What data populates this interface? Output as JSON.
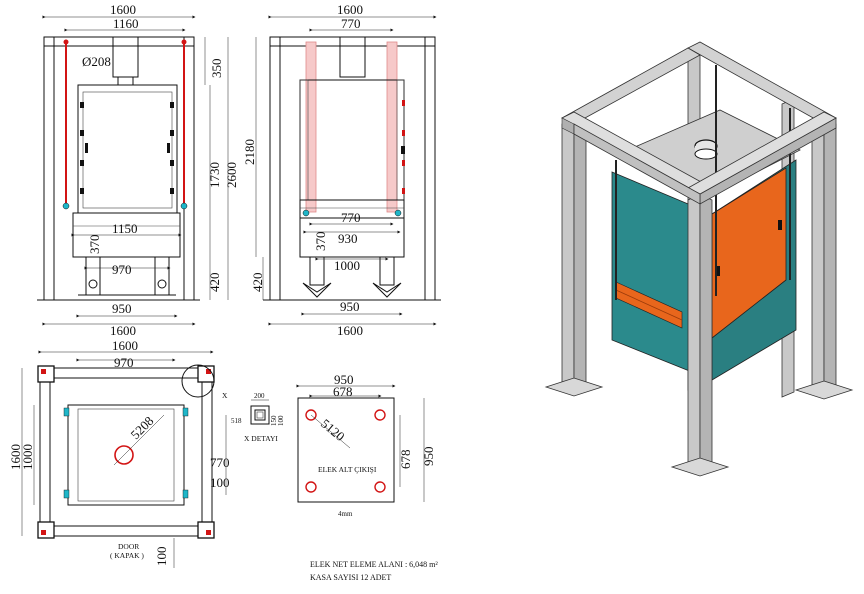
{
  "front_view": {
    "top_width": "1600",
    "inner_width": "1160",
    "pipe_dia": "Ø208",
    "height_top": "350",
    "height_body": "1730",
    "height_total": "2600",
    "body_width": "1150",
    "base_height": "370",
    "leg_span": "970",
    "leg_height": "420",
    "foot_span": "950",
    "bottom_width": "1600"
  },
  "side_view": {
    "top_width": "1600",
    "inner_width": "770",
    "height": "2180",
    "inner_width_lower": "770",
    "tray_width": "930",
    "base_height": "370",
    "leg_span": "1000",
    "leg_height": "420",
    "foot_span": "950",
    "bottom_width": "1600"
  },
  "plan_view": {
    "top_width": "1600",
    "inner_width": "970",
    "left_height": "1600",
    "left_inner": "1000",
    "diag": "5208",
    "right_770": "770",
    "right_100": "100",
    "bottom_100": "100",
    "door_label": "DOOR",
    "door_sub": "( KAPAK )",
    "detail_marker": "X"
  },
  "x_detail": {
    "d200": "200",
    "d518": "518",
    "d150": "150",
    "d100": "100",
    "title": "X DETAYI"
  },
  "outlet_plate": {
    "w950": "950",
    "w678": "678",
    "diag": "5120",
    "h678": "678",
    "h950": "950",
    "title": "ELEK ALT ÇIKIŞI",
    "thickness": "4mm"
  },
  "notes": {
    "line1": "ELEK NET ELEME ALANI : 6,048 m²",
    "line2": "KASA SAYISI 12 ADET"
  },
  "colors": {
    "frame": "#c8c8c8",
    "teal_body": "#2b8a8c",
    "orange_door": "#e8661c",
    "lid": "#cfcfcf",
    "red_rod": "#d21414",
    "pink_rod": "#f0a0a0",
    "cyan_clip": "#1fb6c8"
  }
}
